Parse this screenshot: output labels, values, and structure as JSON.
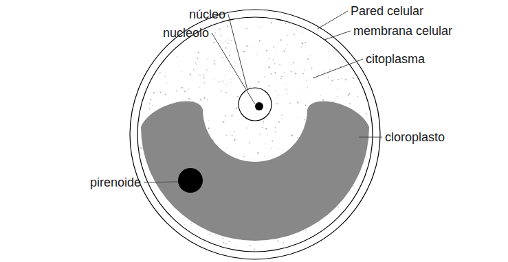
{
  "diagram": {
    "labels": [
      "núcleo",
      "nucleolo",
      "Pared celular",
      "membrana celular",
      "citoplasma",
      "cloroplasto",
      "pirenoide"
    ]
  }
}
